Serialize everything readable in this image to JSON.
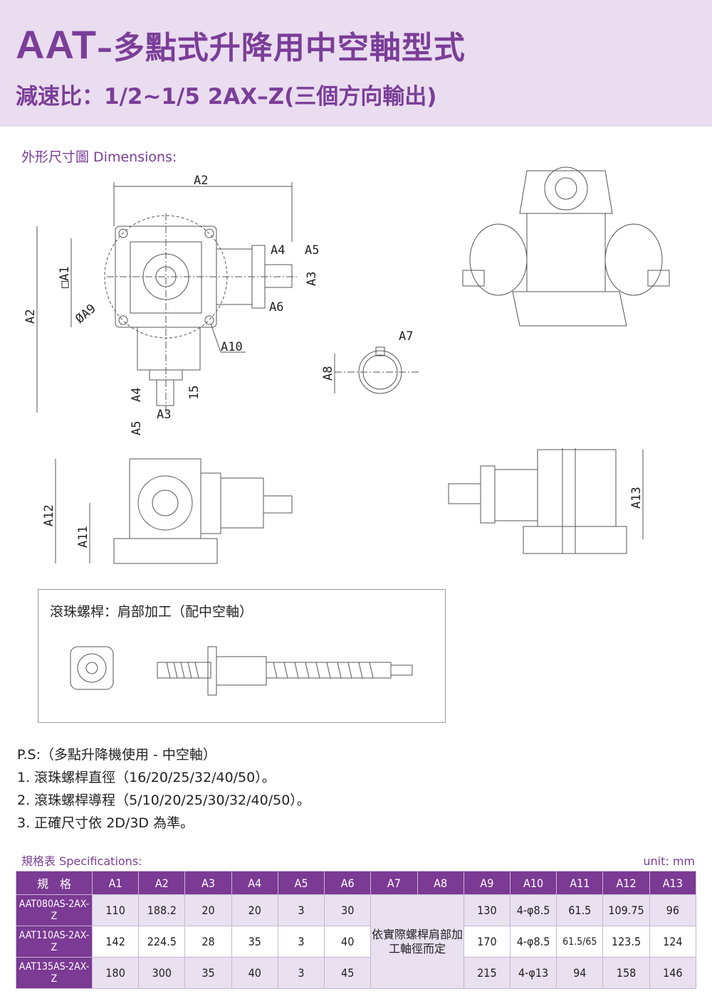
{
  "header": {
    "title_latin": "AAT",
    "title_cjk": "–多點式升降用中空軸型式",
    "subtitle": "減速比：1/2~1/5  2AX–Z(三個方向輸出)"
  },
  "dimensions": {
    "title": "外形尺寸圖 Dimensions:",
    "labels": {
      "a2_top": "A2",
      "a2_left": "A2",
      "a1": "□A1",
      "a9": "ØA9",
      "a4": "A4",
      "a5": "A5",
      "a3": "A3",
      "a6": "A6",
      "a10": "A10",
      "a4_b": "A4",
      "a5_b": "A5",
      "a3_b": "A3",
      "d15": "15",
      "a7": "A7",
      "a8": "A8",
      "a12": "A12",
      "a11": "A11",
      "a13": "A13"
    }
  },
  "ballscrew": {
    "title": "滾珠螺桿：肩部加工（配中空軸）"
  },
  "notes": [
    "P.S:（多點升降機使用 - 中空軸）",
    "1. 滾珠螺桿直徑（16/20/25/32/40/50）。",
    "2. 滾珠螺桿導程（5/10/20/25/30/32/40/50）。",
    "3. 正確尺寸依 2D/3D 為準。"
  ],
  "specs": {
    "title": "規格表 Specifications:",
    "unit": "unit: mm",
    "headers": [
      "規　格",
      "A1",
      "A2",
      "A3",
      "A4",
      "A5",
      "A6",
      "A7",
      "A8",
      "A9",
      "A10",
      "A11",
      "A12",
      "A13"
    ],
    "merged_note": "依實際螺桿肩部加工軸徑而定",
    "rows": [
      {
        "model": "AAT080AS-2AX-Z",
        "a1": "110",
        "a2": "188.2",
        "a3": "20",
        "a4": "20",
        "a5": "3",
        "a6": "30",
        "a9": "130",
        "a10": "4-φ8.5",
        "a11": "61.5",
        "a12": "109.75",
        "a13": "96"
      },
      {
        "model": "AAT110AS-2AX-Z",
        "a1": "142",
        "a2": "224.5",
        "a3": "28",
        "a4": "35",
        "a5": "3",
        "a6": "40",
        "a9": "170",
        "a10": "4-φ8.5",
        "a11": "61.5/65",
        "a12": "123.5",
        "a13": "124"
      },
      {
        "model": "AAT135AS-2AX-Z",
        "a1": "180",
        "a2": "300",
        "a3": "35",
        "a4": "40",
        "a5": "3",
        "a6": "45",
        "a9": "215",
        "a10": "4-φ13",
        "a11": "94",
        "a12": "158",
        "a13": "146"
      }
    ]
  }
}
